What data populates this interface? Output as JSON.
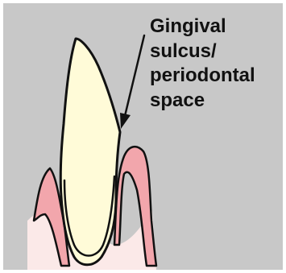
{
  "label": {
    "lines": [
      "Gingival",
      "sulcus/",
      "periodontal",
      "space"
    ]
  },
  "colors": {
    "background": "#c8c8c8",
    "tooth": "#fffbd8",
    "gum": "#f2a6ac",
    "bone": "#fbe9e8",
    "outline": "#111111"
  }
}
